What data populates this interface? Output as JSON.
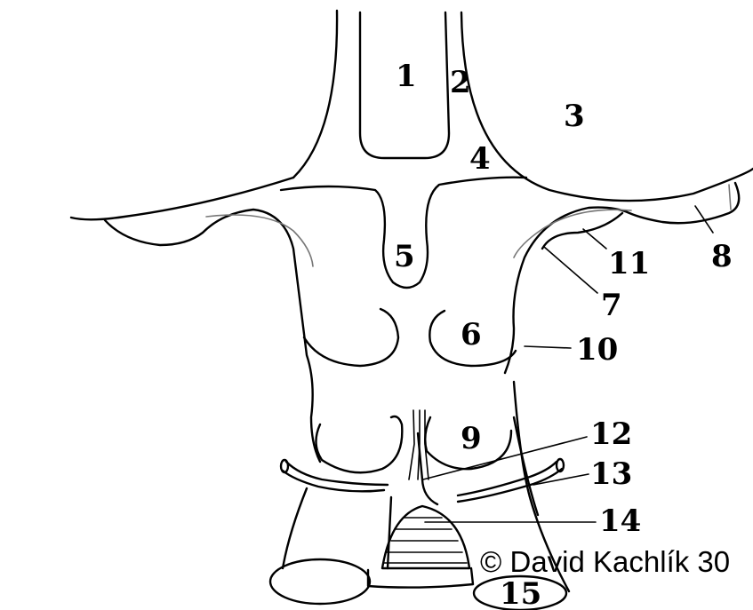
{
  "labels": {
    "l1": "1",
    "l2": "2",
    "l3": "3",
    "l4": "4",
    "l5": "5",
    "l6": "6",
    "l7": "7",
    "l8": "8",
    "l9": "9",
    "l10": "10",
    "l11": "11",
    "l12": "12",
    "l13": "13",
    "l14": "14",
    "l15": "15"
  },
  "copyright": "© David Kachlík 30"
}
